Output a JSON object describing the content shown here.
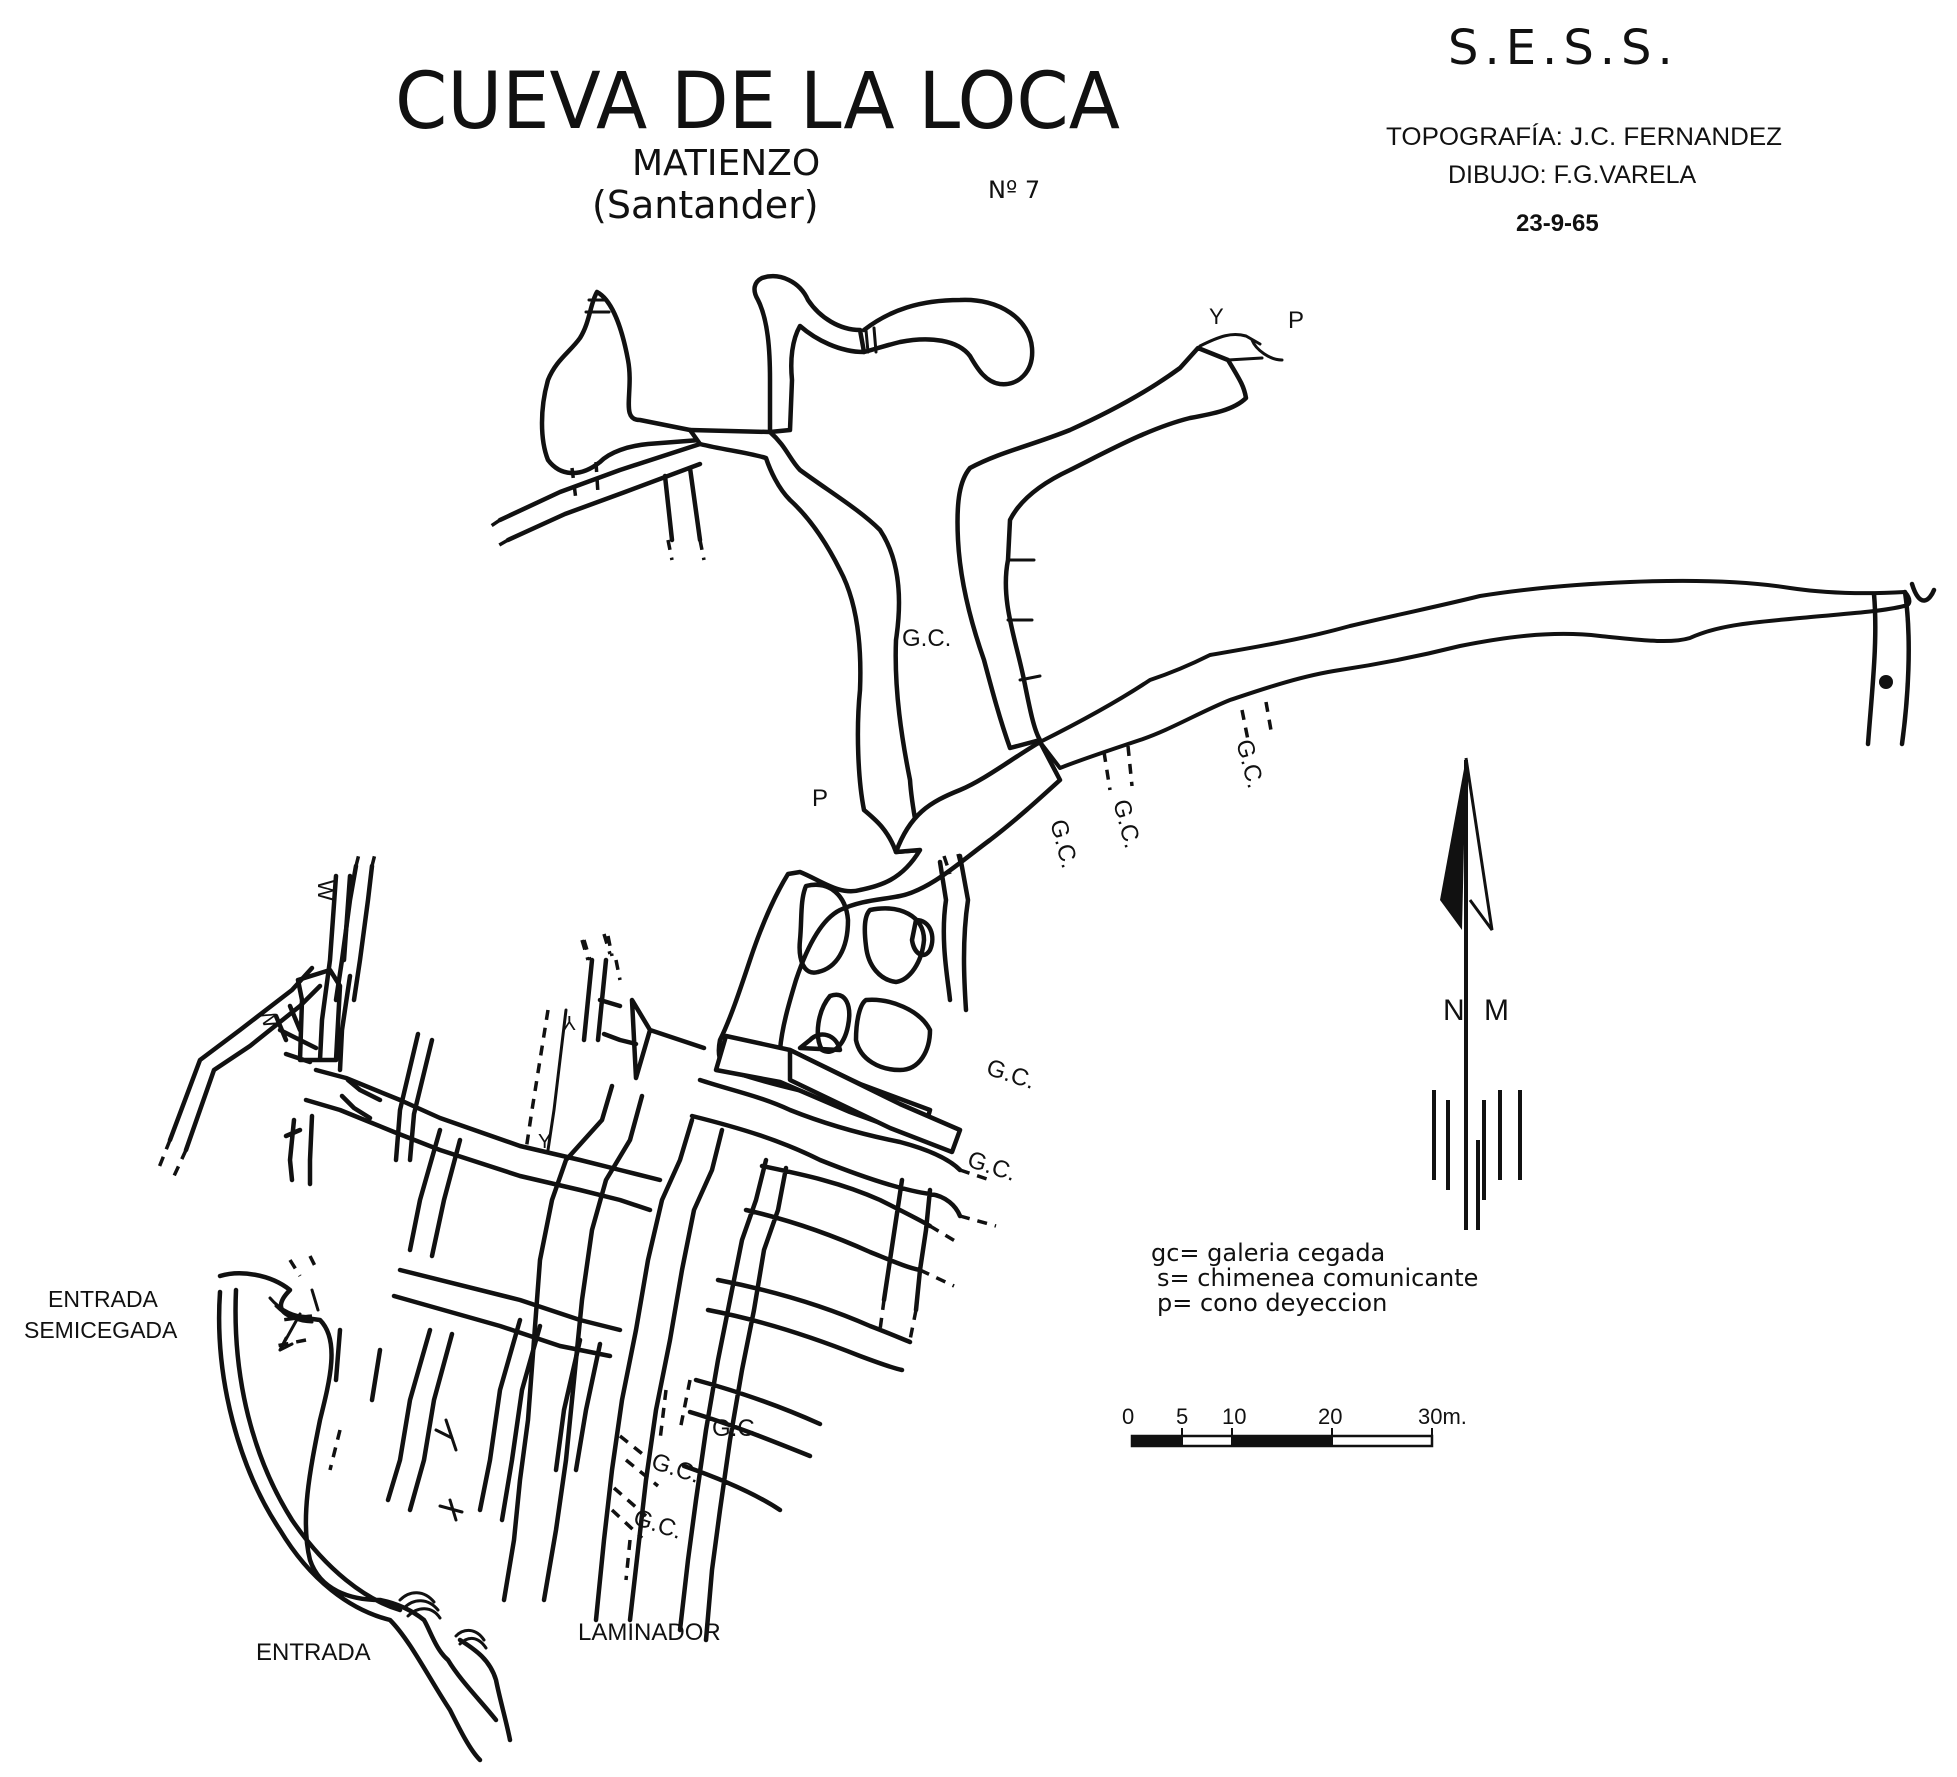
{
  "header": {
    "title": "CUEVA DE LA LOCA",
    "locality": "MATIENZO",
    "province": "(Santander)",
    "number": "Nº 7",
    "club": "S.E.S.S.",
    "topography": "TOPOGRAFÍA: J.C. FERNANDEZ",
    "drawing": "DIBUJO: F.G.VARELA",
    "date": "23-9-65"
  },
  "labels": {
    "gc": "G.C.",
    "pit": "P",
    "y": "Y",
    "w": "W",
    "entrada": "ENTRADA",
    "entrada_semi_1": "ENTRADA",
    "entrada_semi_2": "SEMICEGADA",
    "laminador": "LAMINADOR"
  },
  "north_arrow": {
    "n": "N",
    "m": "M"
  },
  "legend": {
    "gc": "gc= galeria cegada",
    "s": "s= chimenea comunicante",
    "p": "p= cono deyeccion"
  },
  "scale": {
    "ticks": [
      "0",
      "5",
      "10",
      "20",
      "30m."
    ]
  },
  "colors": {
    "ink": "#111111",
    "paper": "#ffffff"
  }
}
